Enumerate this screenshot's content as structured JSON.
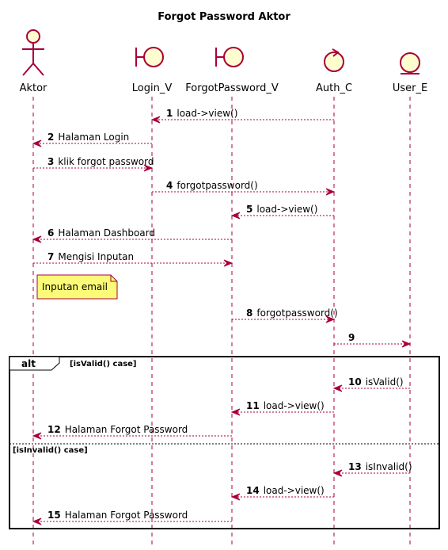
{
  "title": "Forgot Password Aktor",
  "participants": [
    {
      "id": "aktor",
      "label": "Aktor",
      "kind": "actor"
    },
    {
      "id": "login_v",
      "label": "Login_V",
      "kind": "boundary"
    },
    {
      "id": "forgot_v",
      "label": "ForgotPassword_V",
      "kind": "boundary"
    },
    {
      "id": "auth_c",
      "label": "Auth_C",
      "kind": "control"
    },
    {
      "id": "user_e",
      "label": "User_E",
      "kind": "entity"
    }
  ],
  "messages": [
    {
      "num": "1",
      "text": "load->view()",
      "from": "auth_c",
      "to": "login_v"
    },
    {
      "num": "2",
      "text": "Halaman Login",
      "from": "login_v",
      "to": "aktor"
    },
    {
      "num": "3",
      "text": "klik forgot password",
      "from": "aktor",
      "to": "login_v"
    },
    {
      "num": "4",
      "text": "forgotpassword()",
      "from": "login_v",
      "to": "auth_c"
    },
    {
      "num": "5",
      "text": "load->view()",
      "from": "auth_c",
      "to": "forgot_v"
    },
    {
      "num": "6",
      "text": "Halaman Dashboard",
      "from": "forgot_v",
      "to": "aktor"
    },
    {
      "num": "7",
      "text": "Mengisi Inputan",
      "from": "aktor",
      "to": "forgot_v"
    },
    {
      "num": "8",
      "text": "forgotpassword()",
      "from": "forgot_v",
      "to": "auth_c"
    },
    {
      "num": "9",
      "text": "",
      "from": "auth_c",
      "to": "user_e"
    },
    {
      "num": "10",
      "text": "isValid()",
      "from": "user_e",
      "to": "auth_c"
    },
    {
      "num": "11",
      "text": "load->view()",
      "from": "auth_c",
      "to": "forgot_v"
    },
    {
      "num": "12",
      "text": "Halaman Forgot Password",
      "from": "forgot_v",
      "to": "aktor"
    },
    {
      "num": "13",
      "text": "isInvalid()",
      "from": "user_e",
      "to": "auth_c"
    },
    {
      "num": "14",
      "text": "load->view()",
      "from": "auth_c",
      "to": "forgot_v"
    },
    {
      "num": "15",
      "text": "Halaman Forgot Password",
      "from": "forgot_v",
      "to": "aktor"
    }
  ],
  "note": {
    "text": "Inputan email"
  },
  "alt": {
    "label": "alt",
    "condition_1": "[isValid() case]",
    "condition_2": "[isInvalid() case]"
  },
  "colors": {
    "arrow": "#A80036",
    "participant_fill": "#FEFECE",
    "note_fill": "#FBFB77",
    "lifeline": "#A80036"
  }
}
